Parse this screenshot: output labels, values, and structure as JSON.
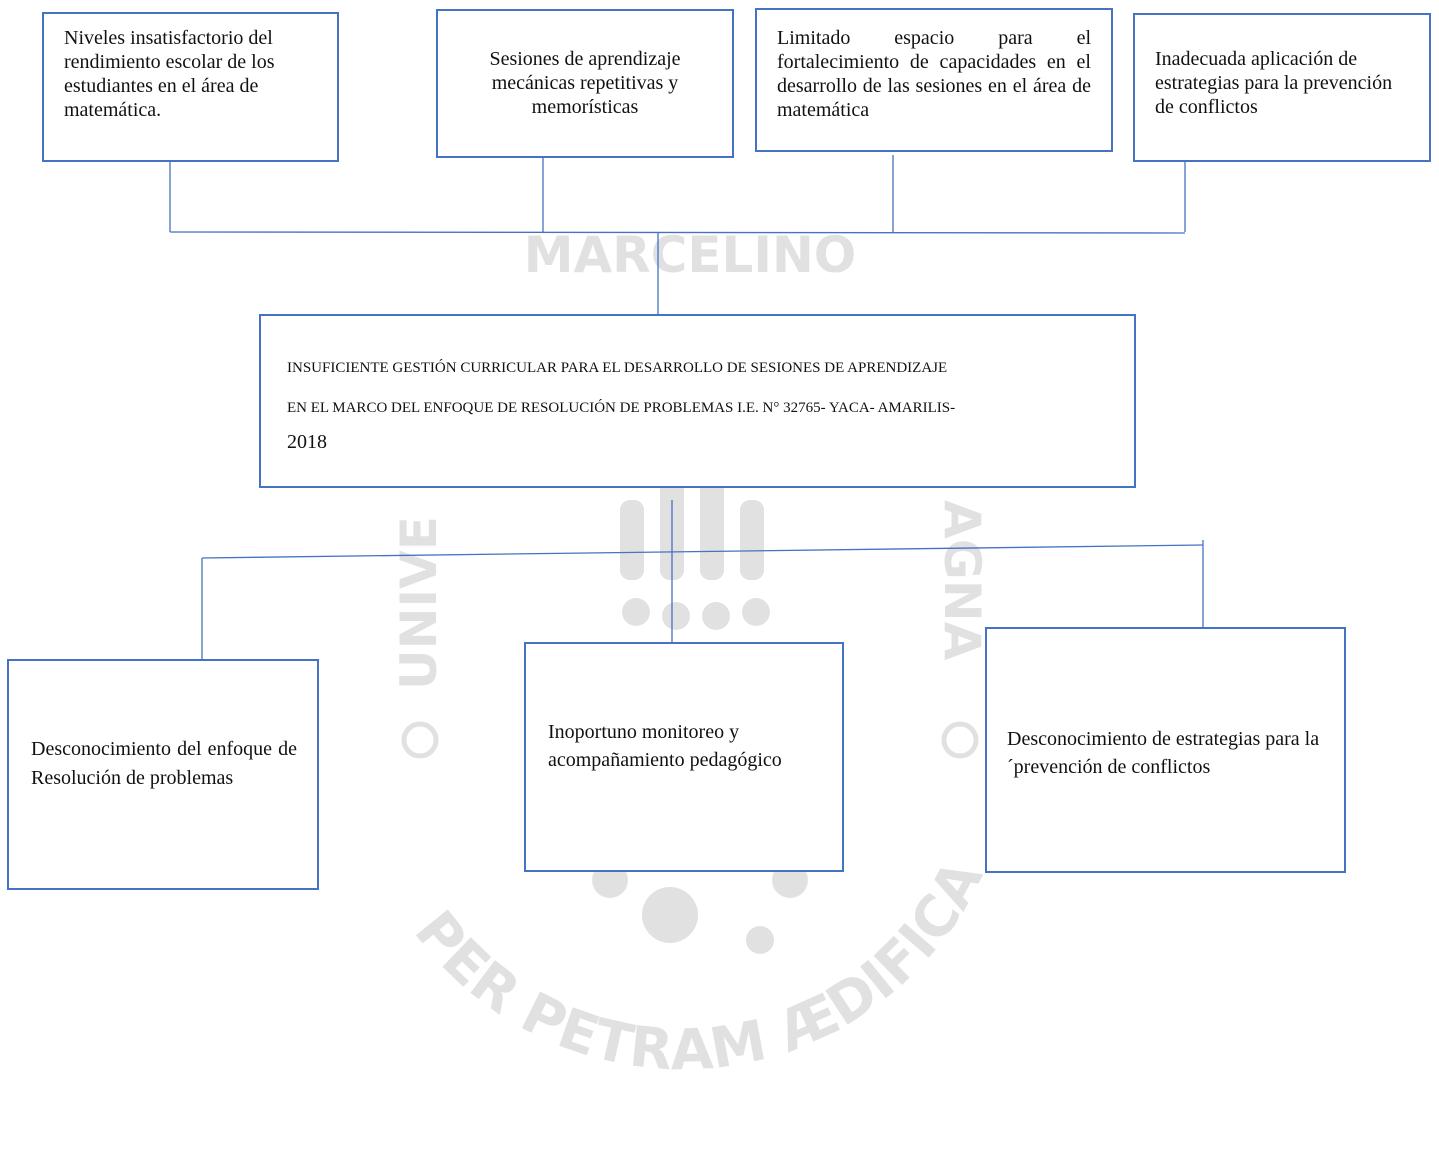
{
  "watermark": {
    "color": "#c9c9c9",
    "text_top": "MARCELINO",
    "text_left": "UNIVE",
    "text_right": "AGNA",
    "text_bottom": "SUPER PETRAM ÆDIFICABO"
  },
  "effects": [
    "Niveles insatisfactorio del rendimiento escolar de los estudiantes en el área de matemática.",
    "Sesiones de aprendizaje mecánicas repetitivas y memorísticas",
    "Limitado espacio para el fortalecimiento de capacidades en el desarrollo de las sesiones en el área de matemática",
    "Inadecuada aplicación de estrategias para la prevención de conflictos"
  ],
  "problem": {
    "line1": "INSUFICIENTE GESTIÓN CURRICULAR PARA EL DESARROLLO DE SESIONES DE APRENDIZAJE",
    "line2": "EN EL MARCO DEL ENFOQUE DE RESOLUCIÓN DE PROBLEMAS I.E.  N° 32765- YACA- AMARILIS-",
    "line3": "2018"
  },
  "causes": [
    "Desconocimiento del enfoque de Resolución de problemas",
    "Inoportuno monitoreo y acompañamiento pedagógico",
    "Desconocimiento de estrategias para la ´prevención de conflictos"
  ],
  "colors": {
    "border": "#4472C4",
    "connector": "#4472C4"
  }
}
